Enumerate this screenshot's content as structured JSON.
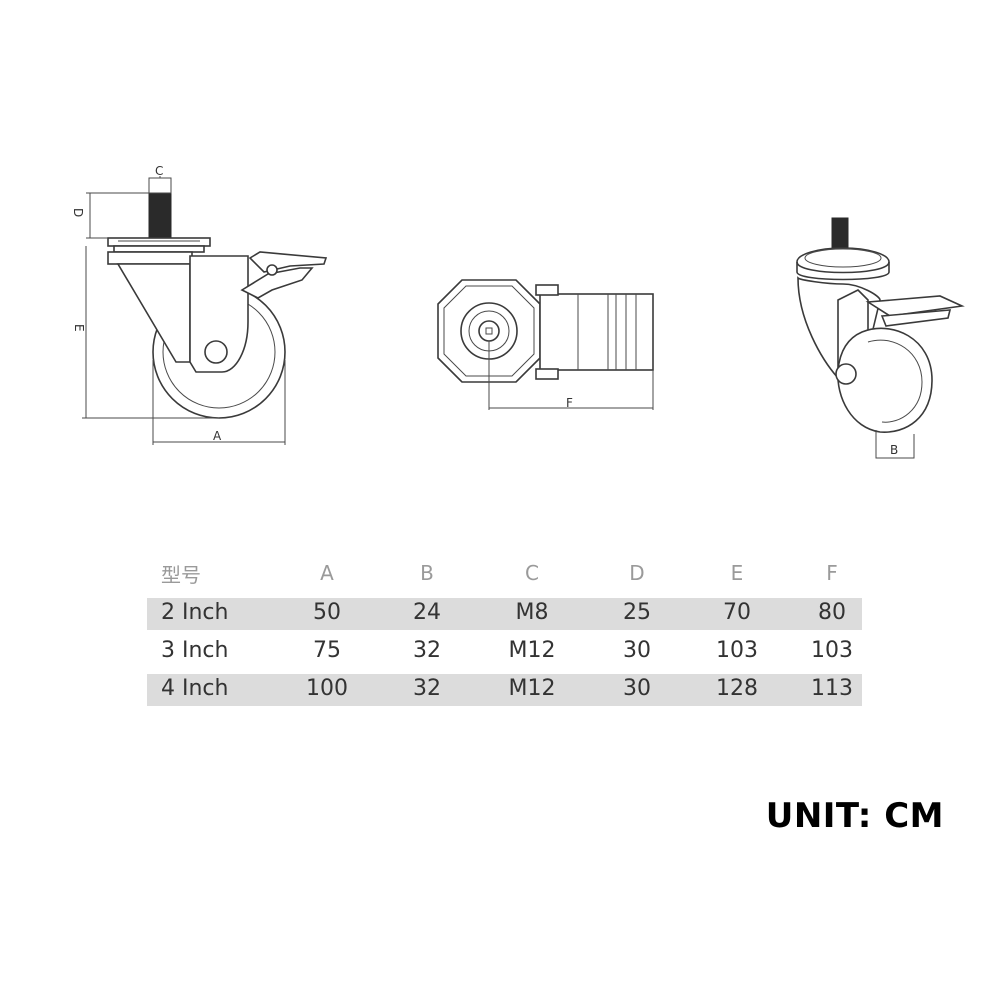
{
  "diagram": {
    "side_view_labels": {
      "c": "C",
      "d": "D",
      "e": "E",
      "a": "A"
    },
    "top_view_labels": {
      "f": "F"
    },
    "iso_view_labels": {
      "b": "B"
    }
  },
  "table": {
    "headers": [
      "型号",
      "A",
      "B",
      "C",
      "D",
      "E",
      "F"
    ],
    "rows": [
      [
        "2 Inch",
        "50",
        "24",
        "M8",
        "25",
        "70",
        "80"
      ],
      [
        "3 Inch",
        "75",
        "32",
        "M12",
        "30",
        "103",
        "103"
      ],
      [
        "4 Inch",
        "100",
        "32",
        "M12",
        "30",
        "128",
        "113"
      ]
    ]
  },
  "unit": "UNIT: CM"
}
